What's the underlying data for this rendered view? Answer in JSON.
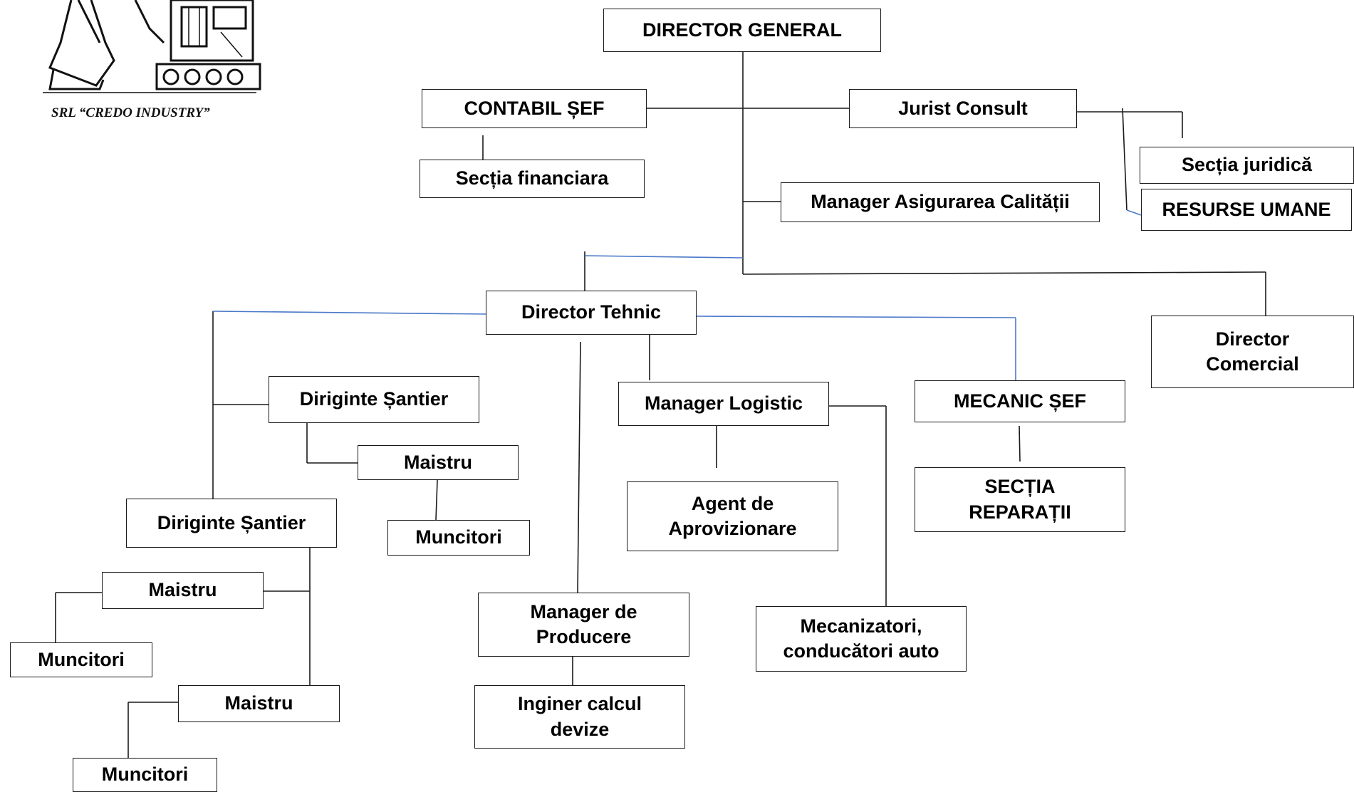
{
  "logo": {
    "caption": "SRL “CREDO INDUSTRY”",
    "icon": "excavator-icon"
  },
  "nodes": {
    "director_general": "DIRECTOR GENERAL",
    "contabil_sef": "CONTABIL ȘEF",
    "sectia_financiara": "Secția financiara",
    "jurist_consult": "Jurist  Consult",
    "sectia_juridica": "Secția juridică",
    "resurse_umane": "RESURSE UMANE",
    "manager_asigurarea_calitatii": "Manager Asigurarea Calității",
    "director_tehnic": "Director  Tehnic",
    "director_comercial": "Director Comercial",
    "diriginte_santier_1": "Diriginte  Șantier",
    "diriginte_santier_2": "Diriginte  Șantier",
    "maistru_1": "Maistru",
    "muncitori_1": "Muncitori",
    "maistru_2": "Maistru",
    "muncitori_2": "Muncitori",
    "maistru_3": "Maistru",
    "muncitori_3": "Muncitori",
    "manager_logistic": "Manager Logistic",
    "agent_aprovizionare": "Agent de Aprovizionare",
    "mecanic_sef": "MECANIC  ȘEF",
    "sectia_reparatii": "SECȚIA REPARAȚII",
    "manager_producere": "Manager de Producere",
    "inginer_calcul_devize": "Inginer calcul devize",
    "mecanizatori": "Mecanizatori, conducători auto"
  },
  "colors": {
    "box_border": "#1a1a1a",
    "line_black": "#1a1a1a",
    "line_blue": "#4a78c8"
  }
}
